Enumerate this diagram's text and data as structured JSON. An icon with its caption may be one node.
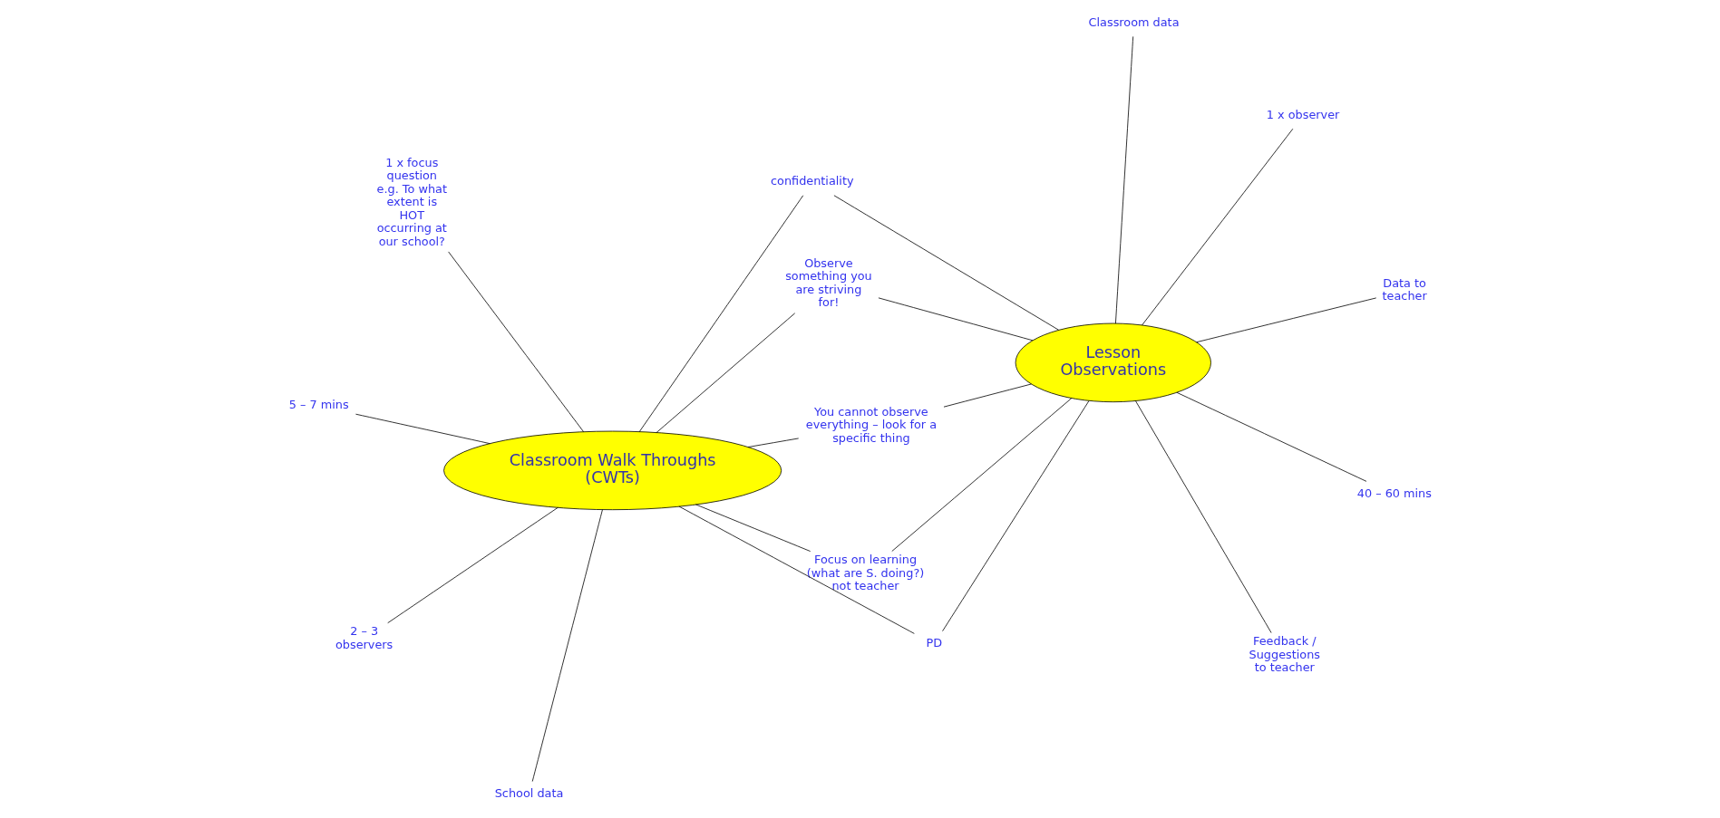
{
  "diagram": {
    "nodes": [
      {
        "text": [
          "Classroom Walk Throughs (CWTs)"
        ]
      },
      {
        "text": [
          "Lesson Observations"
        ]
      },
      {
        "text": [
          "School data"
        ]
      },
      {
        "text": [
          "5 – 7 mins"
        ]
      },
      {
        "text": [
          "1 x focus question e.g. To what extent is HOT occurring at our school?"
        ]
      },
      {
        "text": [
          "2 – 3 observers"
        ]
      },
      {
        "text": [
          "Focus on learning (what are S. doing?) not teacher"
        ]
      },
      {
        "text": [
          "You cannot observe everything – look for a specific thing"
        ]
      },
      {
        "text": [
          "confidentiality"
        ]
      },
      {
        "text": [
          "PD"
        ]
      },
      {
        "text": [
          "Observe something you are striving for!"
        ]
      },
      {
        "text": [
          "Classroom data"
        ]
      },
      {
        "text": [
          "40 – 60 mins"
        ]
      },
      {
        "text": [
          "Data to teacher"
        ]
      },
      {
        "text": [
          "1 x observer"
        ]
      },
      {
        "text": [
          "Feedback / Suggestions to teacher"
        ]
      }
    ],
    "edges": [
      {
        "from": 2,
        "to": 0,
        "arrow": "none"
      },
      {
        "from": 3,
        "to": 0,
        "arrow": "none"
      },
      {
        "from": 4,
        "to": 0,
        "arrow": "none"
      },
      {
        "from": 5,
        "to": 0,
        "arrow": "none"
      },
      {
        "from": 6,
        "to": 0,
        "arrow": "none"
      },
      {
        "from": 7,
        "to": 0,
        "arrow": "none"
      },
      {
        "from": 8,
        "to": 0,
        "arrow": "none"
      },
      {
        "from": 9,
        "to": 0,
        "arrow": "none"
      },
      {
        "from": 10,
        "to": 0,
        "arrow": "none"
      },
      {
        "from": 7,
        "to": 1,
        "arrow": "none"
      },
      {
        "from": 8,
        "to": 1,
        "arrow": "none"
      },
      {
        "from": 9,
        "to": 1,
        "arrow": "none"
      },
      {
        "from": 10,
        "to": 1,
        "arrow": "none"
      },
      {
        "from": 6,
        "to": 1,
        "arrow": "none"
      },
      {
        "from": 11,
        "to": 1,
        "arrow": "none"
      },
      {
        "from": 12,
        "to": 1,
        "arrow": "none"
      },
      {
        "from": 13,
        "to": 1,
        "arrow": "none"
      },
      {
        "from": 14,
        "to": 1,
        "arrow": "none"
      },
      {
        "from": 15,
        "to": 1,
        "arrow": "none"
      }
    ]
  }
}
